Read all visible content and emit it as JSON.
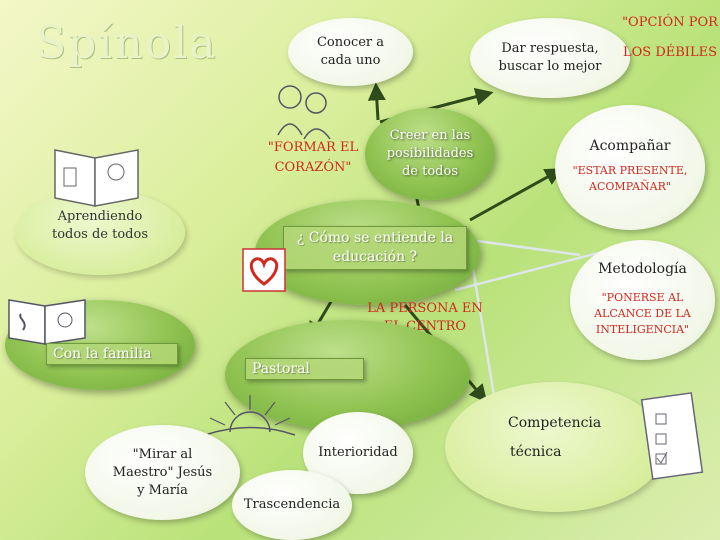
{
  "logo": "Spínola",
  "nodes": {
    "conocer": "Conocer a cada uno",
    "dar_respuesta": "Dar respuesta, buscar lo mejor",
    "opcion_debiles": "\"OPCIÓN POR LOS DÉBILES",
    "creer": "Creer en las posibilidades de todos",
    "formar_corazon": "\"FORMAR EL CORAZÓN\"",
    "acompanar": "Acompañar",
    "estar_presente": "\"ESTAR PRESENTE, ACOMPAÑAR\"",
    "aprendiendo": "Aprendiendo todos de todos",
    "central": "¿ Cómo se entiende la educación ?",
    "metodologia": "Metodología",
    "ponerse_alcance": "\"PONERSE AL ALCANCE DE LA INTELIGENCIA\"",
    "persona_centro": "LA PERSONA EN EL CENTRO",
    "con_familia": "Con la familia",
    "pastoral": "Pastoral",
    "competencia": "Competencia",
    "tecnica": "técnica",
    "mirar_maestro": "\"Mirar al Maestro\" Jesús y María",
    "interioridad": "Interioridad",
    "trascendencia": "Trascendencia"
  },
  "colors": {
    "accent_red": "#d2281e",
    "arrow": "#2f4b1c"
  }
}
